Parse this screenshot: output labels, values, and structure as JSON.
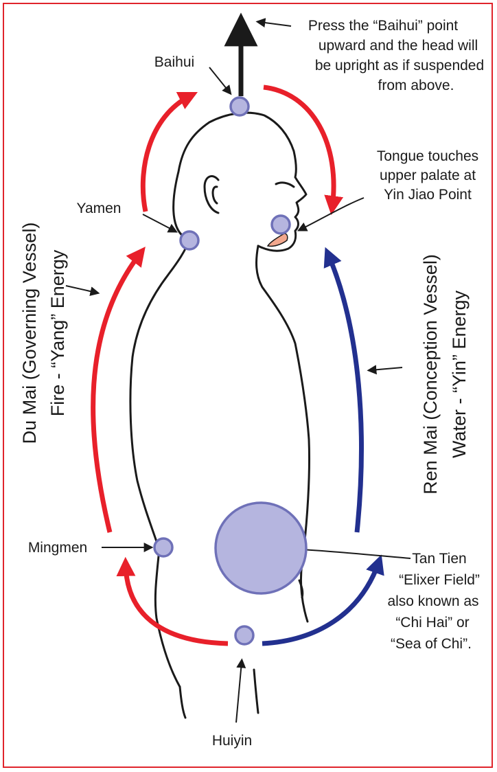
{
  "colors": {
    "frame": "#e0242b",
    "yang_arrow": "#e8202a",
    "yin_arrow": "#22308f",
    "point_fill": "#b5b5df",
    "point_stroke": "#6f71b8",
    "tongue": "#f2a78d"
  },
  "labels": {
    "baihui": "Baihui",
    "press_line1": "Press the “Baihui” point",
    "press_line2": "upward and the head will",
    "press_line3": "be upright as if suspended",
    "press_line4": "from above.",
    "tongue_line1": "Tongue touches",
    "tongue_line2": "upper palate at",
    "tongue_line3": "Yin Jiao Point",
    "yamen": "Yamen",
    "mingmen": "Mingmen",
    "huiyin": "Huiyin",
    "tantien_line1": "Tan Tien",
    "tantien_line2": "“Elixer Field”",
    "tantien_line3": "also known as",
    "tantien_line4": "“Chi Hai” or",
    "tantien_line5": "“Sea of Chi”.",
    "dumai_line1": "Du Mai (Governing Vessel)",
    "dumai_line2": "Fire - “Yang” Energy",
    "renmai_line1": "Ren Mai (Conception Vessel)",
    "renmai_line2": "Water - “Yin” Energy"
  }
}
